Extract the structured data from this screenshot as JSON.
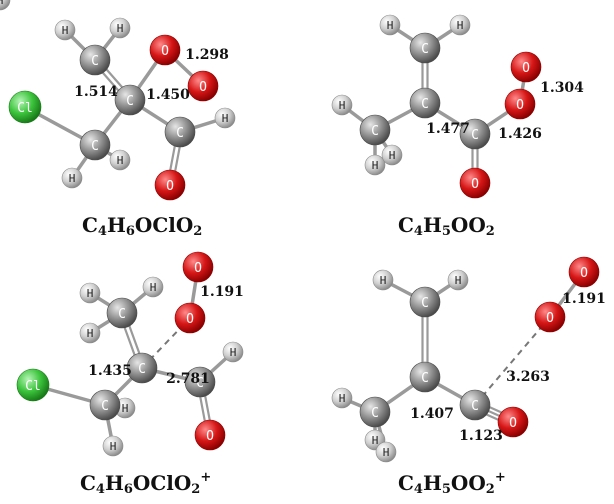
{
  "molecules": [
    {
      "id": "m1",
      "formula": [
        {
          "t": "C"
        },
        {
          "sub": "4"
        },
        {
          "t": "H"
        },
        {
          "sub": "6"
        },
        {
          "t": "OClO"
        },
        {
          "sub": "2"
        }
      ],
      "atoms": [
        {
          "id": "C1",
          "el": "C"
        },
        {
          "id": "C2",
          "el": "C"
        },
        {
          "id": "C3",
          "el": "C"
        },
        {
          "id": "C4",
          "el": "C"
        },
        {
          "id": "Cl",
          "el": "Cl"
        },
        {
          "id": "O1",
          "el": "O"
        },
        {
          "id": "O2",
          "el": "O"
        },
        {
          "id": "O3",
          "el": "O"
        },
        {
          "id": "H1",
          "el": "H"
        },
        {
          "id": "H2",
          "el": "H"
        },
        {
          "id": "H3",
          "el": "H"
        },
        {
          "id": "H4",
          "el": "H"
        },
        {
          "id": "H5",
          "el": "H"
        },
        {
          "id": "H6",
          "el": "H"
        }
      ],
      "bonds": [
        {
          "a": "C1",
          "b": "C2",
          "order": 2
        },
        {
          "a": "C2",
          "b": "C3",
          "order": 1
        },
        {
          "a": "C2",
          "b": "O1",
          "order": 1
        },
        {
          "a": "C2",
          "b": "C4",
          "order": 1
        },
        {
          "a": "C3",
          "b": "Cl",
          "order": 1
        },
        {
          "a": "C4",
          "b": "O3",
          "order": 2
        },
        {
          "a": "O1",
          "b": "O2",
          "order": 1
        },
        {
          "a": "C1",
          "b": "H1",
          "order": 1
        },
        {
          "a": "C1",
          "b": "H2",
          "order": 1
        },
        {
          "a": "C3",
          "b": "H3",
          "order": 1
        },
        {
          "a": "C3",
          "b": "H4",
          "order": 1
        },
        {
          "a": "C4",
          "b": "H5",
          "order": 1
        }
      ],
      "distances": [
        "1.298",
        "1.514",
        "1.450"
      ]
    },
    {
      "id": "m2",
      "formula": [
        {
          "t": "C"
        },
        {
          "sub": "4"
        },
        {
          "t": "H"
        },
        {
          "sub": "5"
        },
        {
          "t": "OO"
        },
        {
          "sub": "2"
        }
      ],
      "atoms": [
        {
          "id": "C1",
          "el": "C"
        },
        {
          "id": "C2",
          "el": "C"
        },
        {
          "id": "C3",
          "el": "C"
        },
        {
          "id": "C4",
          "el": "C"
        },
        {
          "id": "O1",
          "el": "O"
        },
        {
          "id": "O2",
          "el": "O"
        },
        {
          "id": "O3",
          "el": "O"
        },
        {
          "id": "H1",
          "el": "H"
        },
        {
          "id": "H2",
          "el": "H"
        },
        {
          "id": "H3",
          "el": "H"
        },
        {
          "id": "H4",
          "el": "H"
        },
        {
          "id": "H5",
          "el": "H"
        }
      ],
      "bonds": [
        {
          "a": "C1",
          "b": "C2",
          "order": 2
        },
        {
          "a": "C2",
          "b": "C3",
          "order": 1
        },
        {
          "a": "C2",
          "b": "C4",
          "order": 1
        },
        {
          "a": "C4",
          "b": "O1",
          "order": 1
        },
        {
          "a": "O1",
          "b": "O2",
          "order": 1
        },
        {
          "a": "C4",
          "b": "O3",
          "order": 2
        },
        {
          "a": "C1",
          "b": "H1",
          "order": 1
        },
        {
          "a": "C1",
          "b": "H2",
          "order": 1
        },
        {
          "a": "C3",
          "b": "H3",
          "order": 1
        },
        {
          "a": "C3",
          "b": "H4",
          "order": 1
        },
        {
          "a": "C3",
          "b": "H5",
          "order": 1
        }
      ],
      "distances": [
        "1.304",
        "1.477",
        "1.426"
      ]
    },
    {
      "id": "m3",
      "formula": [
        {
          "t": "C"
        },
        {
          "sub": "4"
        },
        {
          "t": "H"
        },
        {
          "sub": "6"
        },
        {
          "t": "OClO"
        },
        {
          "sub": "2"
        },
        {
          "sup": "+"
        }
      ],
      "atoms": [
        {
          "id": "C1",
          "el": "C"
        },
        {
          "id": "C2",
          "el": "C"
        },
        {
          "id": "C3",
          "el": "C"
        },
        {
          "id": "C4",
          "el": "C"
        },
        {
          "id": "Cl",
          "el": "Cl"
        },
        {
          "id": "O1",
          "el": "O"
        },
        {
          "id": "O2",
          "el": "O"
        },
        {
          "id": "O3",
          "el": "O"
        },
        {
          "id": "H1",
          "el": "H"
        },
        {
          "id": "H2",
          "el": "H"
        },
        {
          "id": "H3",
          "el": "H"
        },
        {
          "id": "H4",
          "el": "H"
        },
        {
          "id": "H5",
          "el": "H"
        },
        {
          "id": "H6",
          "el": "H"
        }
      ],
      "bonds": [
        {
          "a": "C1",
          "b": "C2",
          "order": 2
        },
        {
          "a": "C2",
          "b": "C3",
          "order": 1
        },
        {
          "a": "C2",
          "b": "C4",
          "order": 1
        },
        {
          "a": "C3",
          "b": "Cl",
          "order": 1
        },
        {
          "a": "C4",
          "b": "O3",
          "order": 2
        },
        {
          "a": "O1",
          "b": "O2",
          "order": 1
        },
        {
          "a": "C2",
          "b": "O1",
          "order": 0
        },
        {
          "a": "C1",
          "b": "H1",
          "order": 1
        },
        {
          "a": "C1",
          "b": "H2",
          "order": 1
        },
        {
          "a": "C1",
          "b": "H6",
          "order": 1
        },
        {
          "a": "C3",
          "b": "H3",
          "order": 1
        },
        {
          "a": "C3",
          "b": "H4",
          "order": 1
        },
        {
          "a": "C4",
          "b": "H5",
          "order": 1
        }
      ],
      "distances": [
        "1.191",
        "1.435",
        "2.781"
      ]
    },
    {
      "id": "m4",
      "formula": [
        {
          "t": "C"
        },
        {
          "sub": "4"
        },
        {
          "t": "H"
        },
        {
          "sub": "5"
        },
        {
          "t": "OO"
        },
        {
          "sub": "2"
        },
        {
          "sup": "+"
        }
      ],
      "atoms": [
        {
          "id": "C1",
          "el": "C"
        },
        {
          "id": "C2",
          "el": "C"
        },
        {
          "id": "C3",
          "el": "C"
        },
        {
          "id": "C4",
          "el": "C"
        },
        {
          "id": "O1",
          "el": "O"
        },
        {
          "id": "O2",
          "el": "O"
        },
        {
          "id": "O3",
          "el": "O"
        },
        {
          "id": "H1",
          "el": "H"
        },
        {
          "id": "H2",
          "el": "H"
        },
        {
          "id": "H3",
          "el": "H"
        },
        {
          "id": "H4",
          "el": "H"
        },
        {
          "id": "H5",
          "el": "H"
        }
      ],
      "bonds": [
        {
          "a": "C1",
          "b": "C2",
          "order": 2
        },
        {
          "a": "C2",
          "b": "C3",
          "order": 1
        },
        {
          "a": "C2",
          "b": "C4",
          "order": 1
        },
        {
          "a": "C4",
          "b": "O3",
          "order": 3
        },
        {
          "a": "O1",
          "b": "O2",
          "order": 1
        },
        {
          "a": "C4",
          "b": "O1",
          "order": 0
        },
        {
          "a": "C1",
          "b": "H1",
          "order": 1
        },
        {
          "a": "C1",
          "b": "H2",
          "order": 1
        },
        {
          "a": "C3",
          "b": "H3",
          "order": 1
        },
        {
          "a": "C3",
          "b": "H4",
          "order": 1
        },
        {
          "a": "C3",
          "b": "H5",
          "order": 1
        }
      ],
      "distances": [
        "1.191",
        "3.263",
        "1.407",
        "1.123"
      ]
    }
  ],
  "element_colors": {
    "C": {
      "fill": "#8f8f8f",
      "light": "#e6e6e6",
      "dark": "#4a4a4a",
      "text": "#ffffff"
    },
    "H": {
      "fill": "#cfcfcf",
      "light": "#ffffff",
      "dark": "#8a8a8a",
      "text": "#222222"
    },
    "O": {
      "fill": "#d61616",
      "light": "#ff8a8a",
      "dark": "#8a0000",
      "text": "#ffffff"
    },
    "Cl": {
      "fill": "#3cc43c",
      "light": "#b6f5b6",
      "dark": "#177a17",
      "text": "#ffffff"
    }
  }
}
